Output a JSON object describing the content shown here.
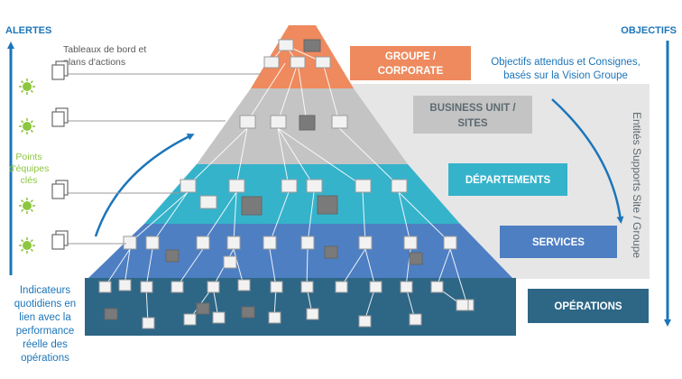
{
  "left": {
    "alerts_label": "ALERTES",
    "dashboards_label_line1": "Tableaux de bord et",
    "dashboards_label_line2": "plans d'actions",
    "team_points_line1": "Points",
    "team_points_line2": "d'équipes",
    "team_points_line3": "clés",
    "indicators_lines": [
      "Indicateurs",
      "quotidiens en",
      "lien avec la",
      "performance",
      "réelle des",
      "opérations"
    ]
  },
  "right": {
    "objectives_label": "OBJECTIFS",
    "objectives_line1": "Objectifs attendus et Consignes,",
    "objectives_line2": "basés sur la Vision Groupe",
    "support_label": "Entités Supports Site / Groupe"
  },
  "levels": {
    "groupe_line1": "GROUPE /",
    "groupe_line2": "CORPORATE",
    "bu_line1": "BUSINESS UNIT /",
    "bu_line2": "SITES",
    "departements": "DÉPARTEMENTS",
    "services": "SERVICES",
    "operations": "OPÉRATIONS"
  },
  "colors": {
    "accent_blue": "#1b75b9",
    "groupe": "#ee8a5e",
    "business_unit": "#c4c4c4",
    "departements": "#35b3cb",
    "services": "#4e7fc3",
    "operations": "#2e6686",
    "bulb": "#8dc63f",
    "support_panel": "#e6e6e6"
  },
  "icons": [
    "document-stack-icon",
    "lightbulb-icon",
    "arrow-up-icon",
    "arrow-down-icon",
    "curved-arrow-icon"
  ]
}
